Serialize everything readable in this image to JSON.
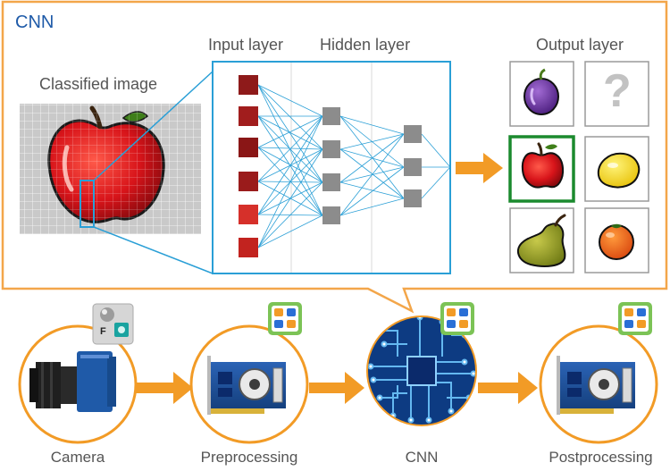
{
  "panel": {
    "title": "CNN",
    "classified_image_label": "Classified image",
    "input_layer_label": "Input layer",
    "hidden_layer_label": "Hidden layer",
    "output_layer_label": "Output layer",
    "unknown_symbol": "?"
  },
  "pipeline": {
    "stages": [
      {
        "label": "Camera"
      },
      {
        "label": "Preprocessing"
      },
      {
        "label": "CNN"
      },
      {
        "label": "Postprocessing"
      }
    ],
    "camera_badge_letter": "F"
  },
  "colors": {
    "accent_orange": "#f29b26",
    "frame_orange": "#f3a64a",
    "title_blue": "#1e5aa8",
    "network_blue": "#2a9fd6",
    "node_gray": "#8c8c8c",
    "selected_green": "#1b8a2e",
    "board_blue": "#1f4f9c",
    "chip_navy": "#0b2a6b"
  },
  "output_classes": [
    {
      "icon": "plum-icon"
    },
    {
      "icon": "question-mark-icon"
    },
    {
      "icon": "apple-icon",
      "selected": true
    },
    {
      "icon": "lemon-icon"
    },
    {
      "icon": "pear-icon"
    },
    {
      "icon": "orange-icon"
    }
  ]
}
